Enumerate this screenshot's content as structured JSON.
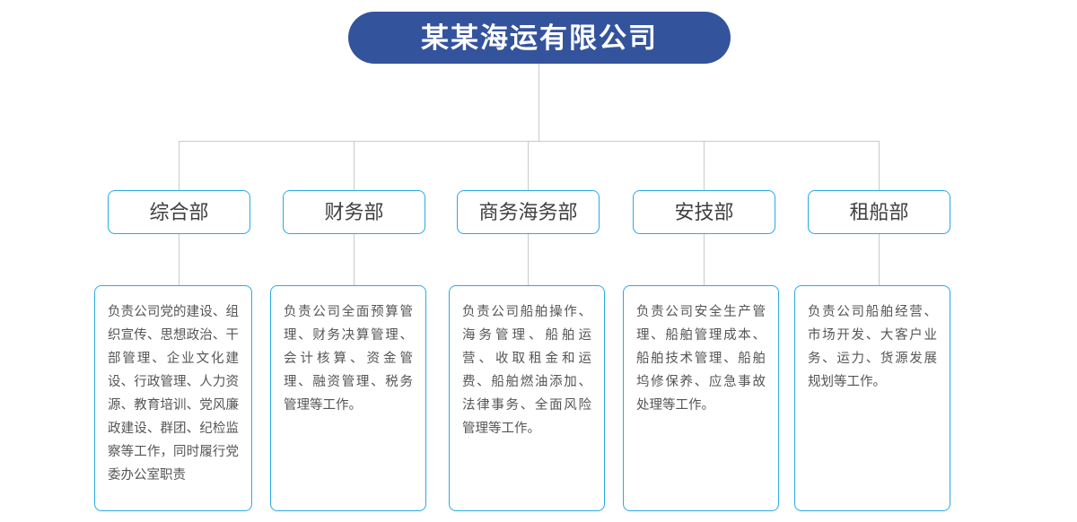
{
  "diagram": {
    "type": "organizational-chart",
    "root": {
      "label": "某某海运有限公司",
      "color": "#34539D",
      "text_color": "#ffffff"
    },
    "node_border_color": "#29abe2",
    "connector_color": "#c9cacb",
    "body_text_color": "#555555",
    "departments": [
      {
        "name": "综合部",
        "description": "负责公司党的建设、组织宣传、思想政治、干部管理、企业文化建设、行政管理、人力资源、教育培训、党风廉政建设、群团、纪检监察等工作，同时履行党委办公室职责"
      },
      {
        "name": "财务部",
        "description": "负责公司全面预算管理、财务决算管理、会计核算、资金管理、融资管理、税务管理等工作。"
      },
      {
        "name": "商务海务部",
        "description": "负责公司船舶操作、海务管理、船舶运营、收取租金和运费、船舶燃油添加、法律事务、全面风险管理等工作。"
      },
      {
        "name": "安技部",
        "description": "负责公司安全生产管理、船舶管理成本、船舶技术管理、船舶坞修保养、应急事故处理等工作。"
      },
      {
        "name": "租船部",
        "description": "负责公司船舶经营、市场开发、大客户业务、运力、货源发展规划等工作。"
      }
    ]
  }
}
